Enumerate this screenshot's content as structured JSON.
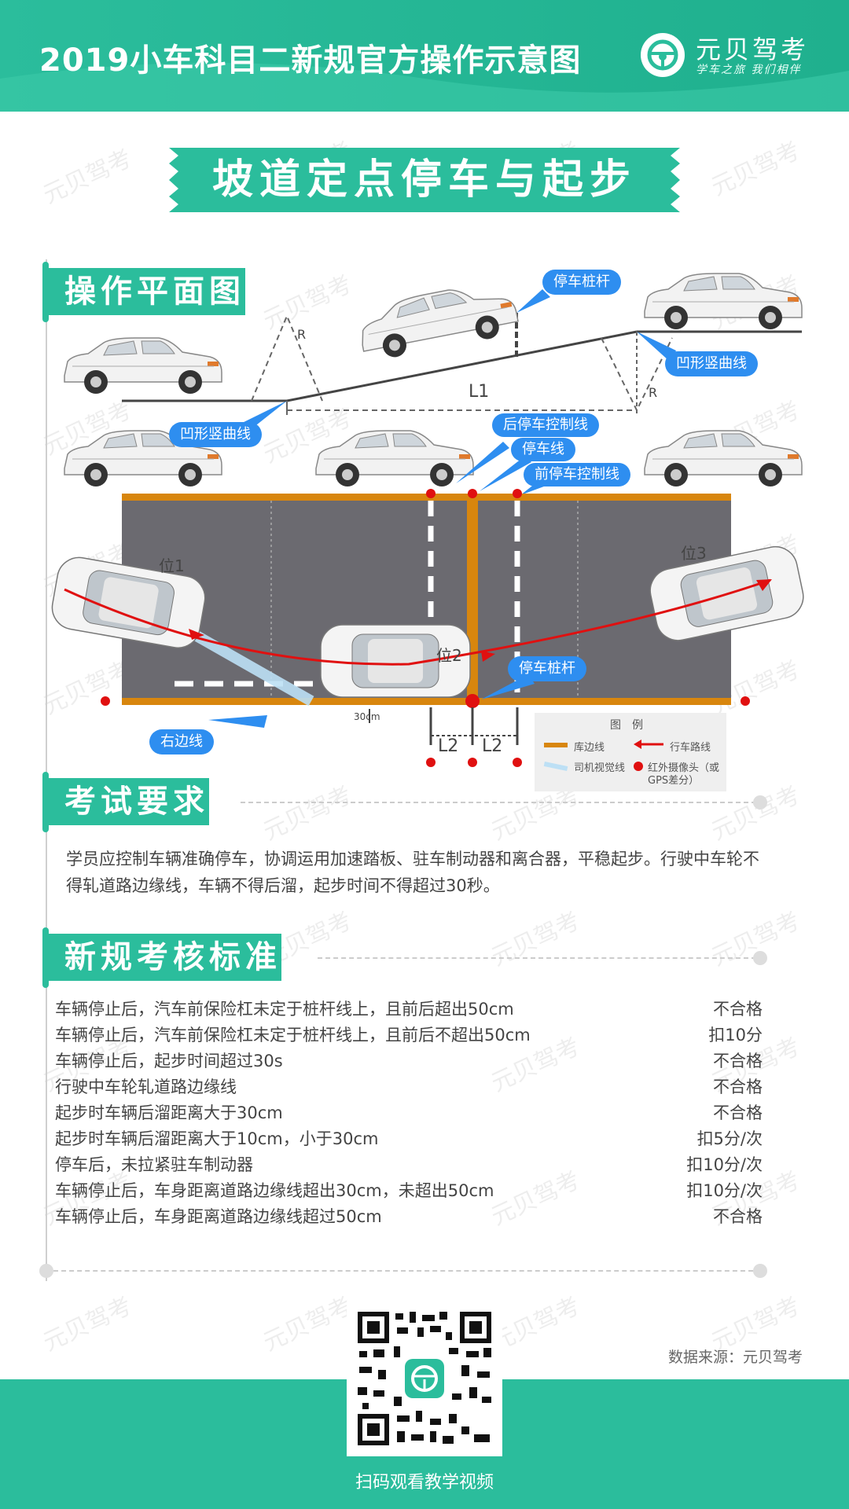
{
  "header": {
    "title": "2019小车科目二新规官方操作示意图",
    "brand_name": "元贝驾考",
    "brand_slogan": "学车之旅 我们相伴"
  },
  "watermark": "元贝驾考",
  "banner": {
    "title": "坡道定点停车与起步"
  },
  "diagram": {
    "section_label": "操作平面图",
    "labels": {
      "stop_pole_top": "停车桩杆",
      "concave_curve_left": "凹形竖曲线",
      "concave_curve_right": "凹形竖曲线",
      "r_left": "R",
      "r_right": "R",
      "l1": "L1",
      "rear_stop_line": "后停车控制线",
      "stop_line": "停车线",
      "front_stop_line": "前停车控制线",
      "pos1": "位1",
      "pos2": "位2",
      "pos3": "位3",
      "stop_pole_bottom": "停车桩杆",
      "right_edge": "右边线",
      "dist_30cm": "30cm",
      "l2_left": "L2",
      "l2_right": "L2"
    },
    "legend": {
      "title": "图　例",
      "edge_line": "库边线",
      "route": "行车路线",
      "sight": "司机视觉线",
      "camera_line1": "红外摄像头（或",
      "camera_line2": "GPS差分）"
    },
    "colors": {
      "edge": "#d8860e",
      "route": "#e01010",
      "callout": "#2e8ef0",
      "camera": "#e01010",
      "sight": "#bde0f5"
    }
  },
  "requirements": {
    "section_label": "考试要求",
    "text": "学员应控制车辆准确停车，协调运用加速踏板、驻车制动器和离合器，平稳起步。行驶中车轮不得轧道路边缘线，车辆不得后溜，起步时间不得超过30秒。"
  },
  "criteria": {
    "section_label": "新规考核标准",
    "rows": [
      {
        "item": "车辆停止后，汽车前保险杠未定于桩杆线上，且前后超出50cm",
        "result": "不合格"
      },
      {
        "item": "车辆停止后，汽车前保险杠未定于桩杆线上，且前后不超出50cm",
        "result": "扣10分"
      },
      {
        "item": "车辆停止后，起步时间超过30s",
        "result": "不合格"
      },
      {
        "item": "行驶中车轮轧道路边缘线",
        "result": "不合格"
      },
      {
        "item": "起步时车辆后溜距离大于30cm",
        "result": "不合格"
      },
      {
        "item": "起步时车辆后溜距离大于10cm，小于30cm",
        "result": "扣5分/次"
      },
      {
        "item": "停车后，未拉紧驻车制动器",
        "result": "扣10分/次"
      },
      {
        "item": "车辆停止后，车身距离道路边缘线超出30cm，未超出50cm",
        "result": "扣10分/次"
      },
      {
        "item": "车辆停止后，车身距离道路边缘线超过50cm",
        "result": "不合格"
      }
    ]
  },
  "footer": {
    "source": "数据来源：元贝驾考",
    "qr_caption": "扫码观看教学视频"
  },
  "theme": {
    "primary": "#2bbd9c"
  }
}
